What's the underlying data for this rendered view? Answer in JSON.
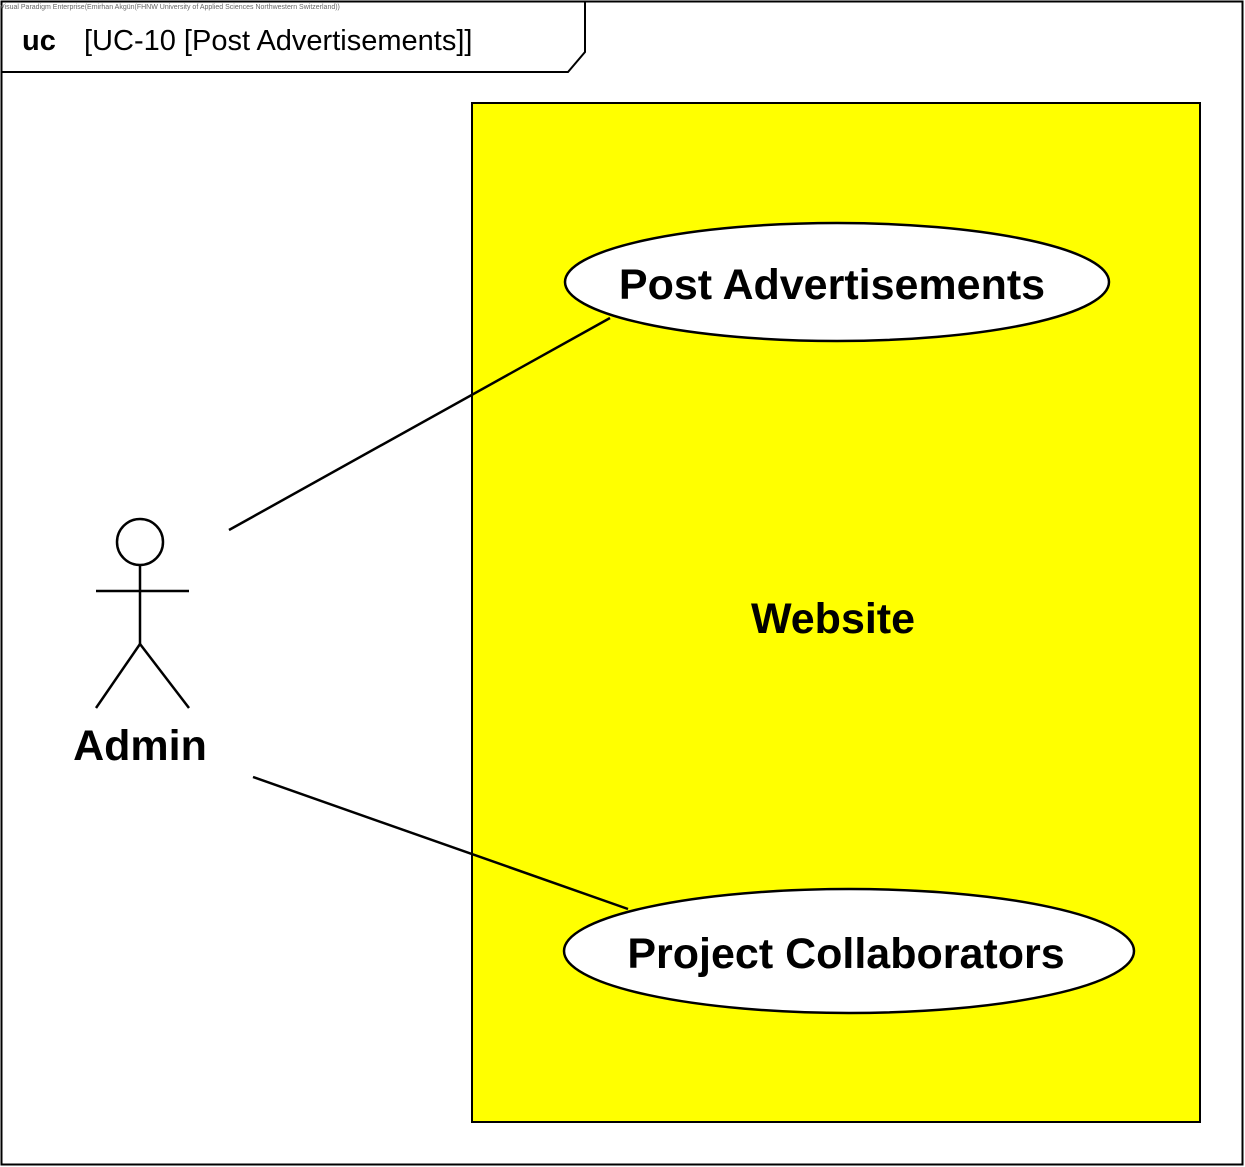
{
  "watermark": "Visual Paradigm Enterprise(Emirhan Akgün(FHNW University of Applied Sciences Northwestern Switzerland))",
  "frame": {
    "keyword": "uc",
    "name": "[UC-10 [Post Advertisements]]"
  },
  "system": {
    "name": "Website",
    "fill_color": "#ffff00"
  },
  "actor": {
    "name": "Admin"
  },
  "use_cases": [
    {
      "name": "Post Advertisements"
    },
    {
      "name": "Project Collaborators"
    }
  ]
}
